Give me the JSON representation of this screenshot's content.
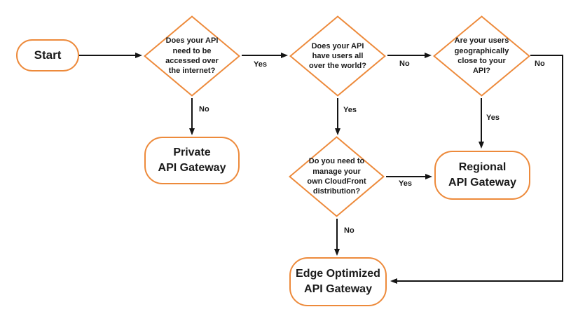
{
  "colors": {
    "node_border": "#ED8A3B",
    "arrow": "#141414",
    "text": "#1a1a1a",
    "background": "#ffffff"
  },
  "nodes": {
    "start": {
      "label": "Start"
    },
    "q_internet": {
      "label": "Does your API\nneed to be\naccessed over\nthe internet?"
    },
    "q_world": {
      "label": "Does your API\nhave users all\nover the world?"
    },
    "q_geo": {
      "label": "Are your users\ngeographically\nclose to your\nAPI?"
    },
    "q_cloudfront": {
      "label": "Do you need to\nmanage your\nown CloudFront\ndistribution?"
    },
    "private_gateway": {
      "label": "Private\nAPI Gateway"
    },
    "regional_gateway": {
      "label": "Regional\nAPI Gateway"
    },
    "edge_gateway": {
      "label": "Edge Optimized\nAPI Gateway"
    }
  },
  "edge_labels": {
    "internet_yes": "Yes",
    "internet_no": "No",
    "world_no": "No",
    "world_yes": "Yes",
    "geo_yes": "Yes",
    "geo_no": "No",
    "cloudfront_yes": "Yes",
    "cloudfront_no": "No"
  }
}
